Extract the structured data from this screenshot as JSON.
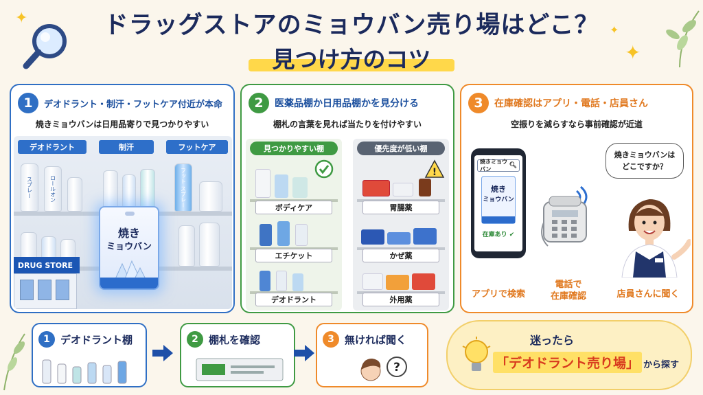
{
  "title": {
    "line1": "ドラッグストアのミョウバン売り場はどこ？",
    "line2": "見つけ方のコツ"
  },
  "panel1": {
    "number": "1",
    "title": "デオドラント・制汗・フットケア付近が本命",
    "subtitle": "焼きミョウバンは日用品寄りで見つかりやすい",
    "tags": [
      "デオドラント",
      "制汗",
      "フットケア"
    ],
    "bottle_labels": [
      "スプレー",
      "ロールオン",
      "フット スプレー"
    ],
    "store_sign": "DRUG STORE",
    "package": {
      "line1": "焼き",
      "line2": "ミョウバン"
    }
  },
  "panel2": {
    "number": "2",
    "title": "医薬品棚か日用品棚かを見分ける",
    "subtitle": "棚札の言葉を見れば当たりを付けやすい",
    "left_label": "見つかりやすい棚",
    "right_label": "優先度が低い棚",
    "left_signs": [
      "ボディケア",
      "エチケット",
      "デオドラント"
    ],
    "right_signs": [
      "胃腸薬",
      "かぜ薬",
      "外用薬"
    ]
  },
  "panel3": {
    "number": "3",
    "title": "在庫確認はアプリ・電話・店員さん",
    "subtitle": "空振りを減らすなら事前確認が近道",
    "phone_search": "焼きミョウバン",
    "phone_pack_line1": "焼き",
    "phone_pack_line2": "ミョウバン",
    "phone_stock": "在庫あり",
    "bubble_line1": "焼きミョウバンは",
    "bubble_line2": "どこですか？",
    "caption_app": "アプリで検索",
    "caption_phone_line1": "電話で",
    "caption_phone_line2": "在庫確認",
    "caption_staff": "店員さんに聞く"
  },
  "steps": [
    {
      "number": "1",
      "label": "デオドラント棚"
    },
    {
      "number": "2",
      "label": "棚札を確認"
    },
    {
      "number": "3",
      "label": "無ければ聞く"
    }
  ],
  "tip": {
    "line1": "迷ったら",
    "key": "「デオドラント売り場」",
    "rest": "から探す"
  },
  "colors": {
    "blue": "#2f6fc4",
    "green": "#3f9a43",
    "orange": "#ef8a2a",
    "navy": "#1b2a5c",
    "yellow": "#ffd84a"
  }
}
